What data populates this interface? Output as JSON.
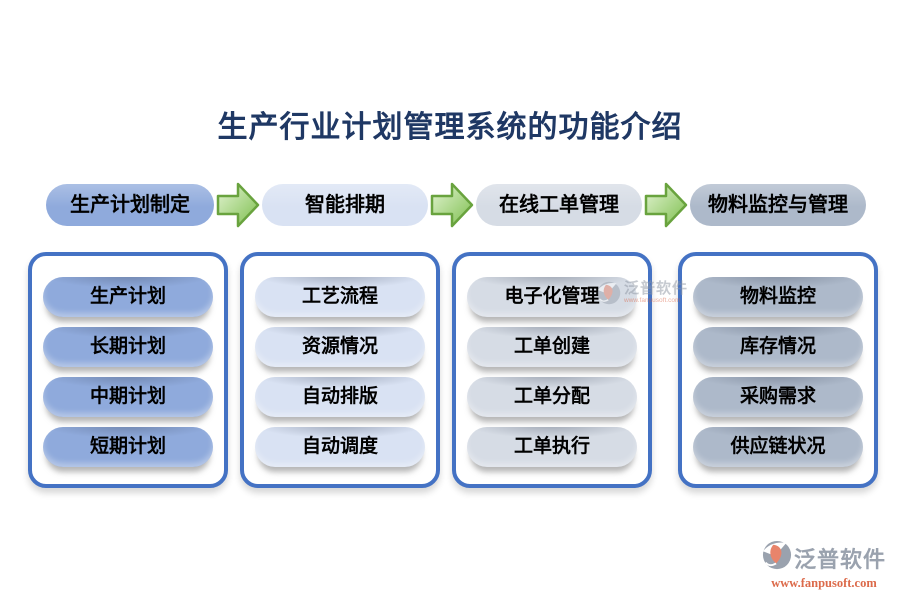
{
  "title": "生产行业计划管理系统的功能介绍",
  "stages": [
    {
      "header": "生产计划制定",
      "color": "#8FAADC",
      "items": [
        "生产计划",
        "长期计划",
        "中期计划",
        "短期计划"
      ]
    },
    {
      "header": "智能排期",
      "color": "#D9E2F3",
      "items": [
        "工艺流程",
        "资源情况",
        "自动排版",
        "自动调度"
      ]
    },
    {
      "header": "在线工单管理",
      "color": "#D6DCE5",
      "items": [
        "电子化管理",
        "工单创建",
        "工单分配",
        "工单执行"
      ]
    },
    {
      "header": "物料监控与管理",
      "color": "#ADB9CA",
      "items": [
        "物料监控",
        "库存情况",
        "采购需求",
        "供应链状况"
      ]
    }
  ],
  "brand": {
    "name": "泛普软件",
    "website": "www.fanpusoft.com"
  },
  "watermark": {
    "name": "泛普软件",
    "website": "www.fanpusoft.com"
  },
  "colors": {
    "title": "#1F3864",
    "box_border": "#4472C4",
    "arrow_fill_light": "#E4F4D4",
    "arrow_fill_dark": "#7DBF4E",
    "arrow_stroke": "#69A33E",
    "brand_gray": "#9AA2AE",
    "brand_orange": "#E8846B"
  }
}
